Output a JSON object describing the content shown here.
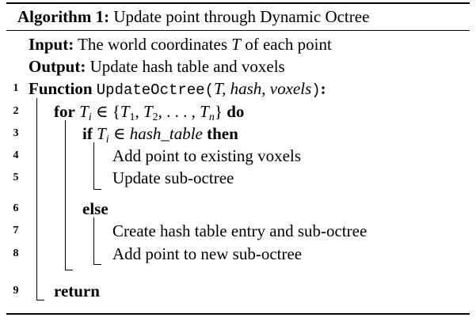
{
  "algorithm": {
    "label": "Algorithm 1:",
    "title": "Update point through Dynamic Octree",
    "input_label": "Input:",
    "input_text_a": "The world coordinates",
    "input_var": "T",
    "input_text_b": "of each point",
    "output_label": "Output:",
    "output_text": "Update hash table and voxels"
  },
  "lines": [
    {
      "num": "1",
      "keyword": "Function",
      "func_name": "UpdateOctree",
      "paren_open": "(",
      "args": "T, hash, voxels",
      "paren_close": ")",
      "colon": ":"
    },
    {
      "num": "2",
      "keyword": "for",
      "var": "T",
      "sub": "i",
      "in_sym": "∈",
      "set_open": "{",
      "set_body_1": "T",
      "s1": "1",
      "comma1": ",",
      "set_body_2": "T",
      "s2": "2",
      "ellipsis": ", . . . ,",
      "set_body_n": "T",
      "sn": "n",
      "set_close": "}",
      "do": "do"
    },
    {
      "num": "3",
      "keyword": "if",
      "var": "T",
      "sub": "i",
      "in_sym": "∈",
      "table": "hash_table",
      "then": "then"
    },
    {
      "num": "4",
      "text": "Add point to existing voxels"
    },
    {
      "num": "5",
      "text": "Update sub-octree"
    },
    {
      "num": "6",
      "keyword": "else"
    },
    {
      "num": "7",
      "text": "Create hash table entry and sub-octree"
    },
    {
      "num": "8",
      "text": "Add point to new sub-octree"
    },
    {
      "num": "9",
      "keyword": "return"
    }
  ]
}
